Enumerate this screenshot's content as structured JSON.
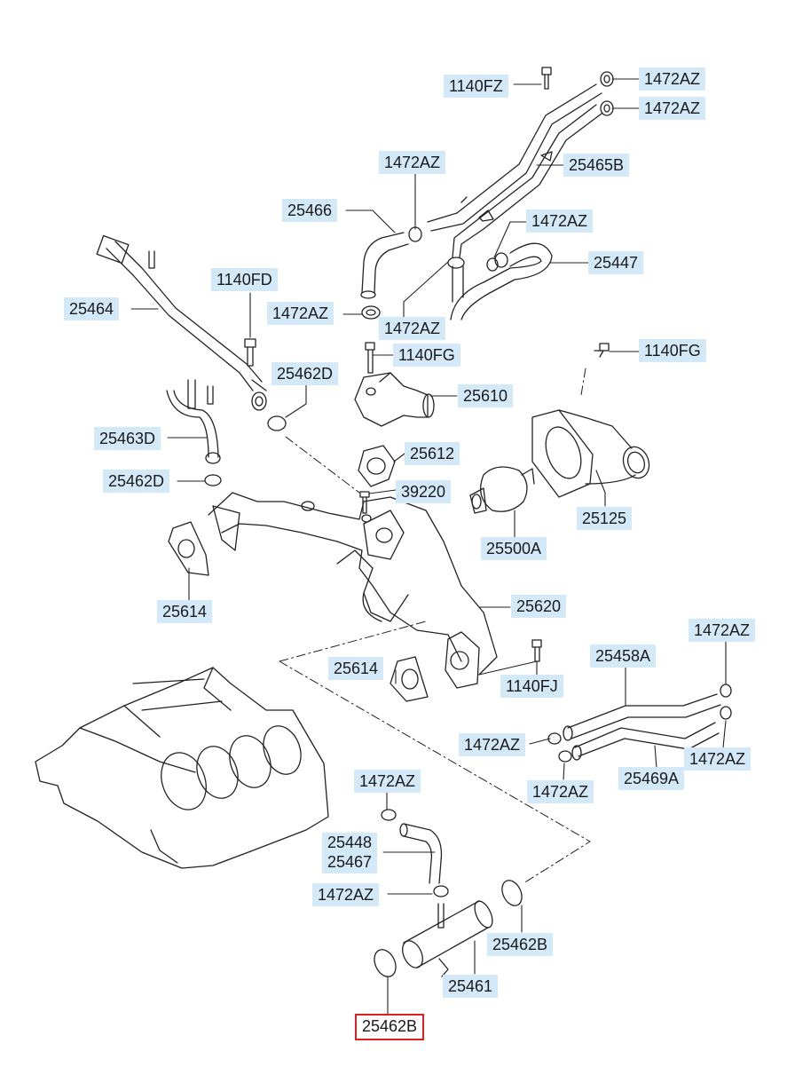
{
  "parts": {
    "p1140fz": "1140FZ",
    "p1472az_top1": "1472AZ",
    "p1472az_top2": "1472AZ",
    "p1472az_a": "1472AZ",
    "p25465b": "25465B",
    "p25466": "25466",
    "p1472az_b": "1472AZ",
    "p25447": "25447",
    "p1140fd": "1140FD",
    "p25464": "25464",
    "p1472az_c": "1472AZ",
    "p1472az_d": "1472AZ",
    "p1140fg_a": "1140FG",
    "p1140fg_b": "1140FG",
    "p25462d_a": "25462D",
    "p25610": "25610",
    "p25463d": "25463D",
    "p25612": "25612",
    "p25462d_b": "25462D",
    "p39220": "39220",
    "p25125": "25125",
    "p25500a": "25500A",
    "p25614_a": "25614",
    "p25620": "25620",
    "p25614_b": "25614",
    "p1472az_e": "1472AZ",
    "p25458a": "25458A",
    "p1140fj": "1140FJ",
    "p1472az_f": "1472AZ",
    "p1472az_g": "1472AZ",
    "p1472az_h": "1472AZ",
    "p25469a": "25469A",
    "p1472az_i": "1472AZ",
    "p25448": "25448",
    "p25467": "25467",
    "p1472az_j": "1472AZ",
    "p25462b_a": "25462B",
    "p25461": "25461",
    "p25462b_b": "25462B"
  },
  "colors": {
    "label_bg": "#d4e9f8",
    "highlight_border": "#e02020",
    "line": "#222222"
  }
}
